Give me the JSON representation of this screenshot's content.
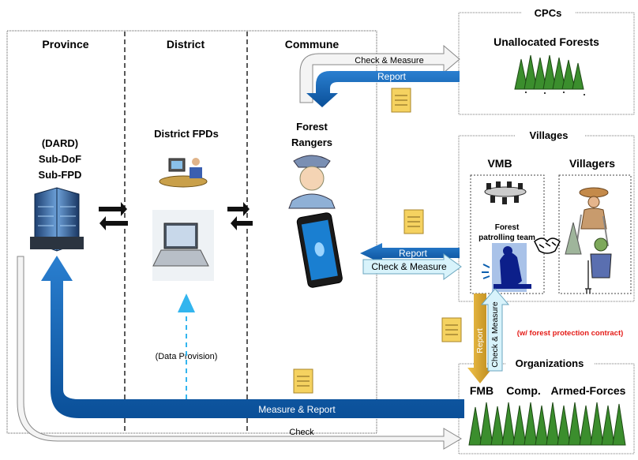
{
  "columns": {
    "province": "Province",
    "district": "District",
    "commune": "Commune"
  },
  "province_entity": {
    "line1": "(DARD)",
    "line2": "Sub-DoF",
    "line3": "Sub-FPD"
  },
  "district_entity": "District FPDs",
  "commune_entity": {
    "line1": "Forest",
    "line2": "Rangers"
  },
  "data_provision": "(Data Provision)",
  "cpcs": {
    "title": "CPCs",
    "subtitle": "Unallocated Forests"
  },
  "villages": {
    "title": "Villages",
    "vmb": "VMB",
    "villagers": "Villagers",
    "team_line1": "Forest",
    "team_line2": "patrolling team",
    "contract_note": "(w/ forest protection contract)"
  },
  "organizations": {
    "title": "Organizations",
    "fmb": "FMB",
    "comp": "Comp.",
    "armed": "Armed-Forces"
  },
  "arrows": {
    "check_measure": "Check & Measure",
    "report": "Report",
    "measure_report": "Measure & Report",
    "check": "Check"
  },
  "colors": {
    "report_blue": "#0a5eae",
    "check_blue": "#d8f3fb",
    "dash_arrow": "#33b5ee",
    "contract_red": "#e41b17",
    "vertical_gold": "#d9a520"
  }
}
